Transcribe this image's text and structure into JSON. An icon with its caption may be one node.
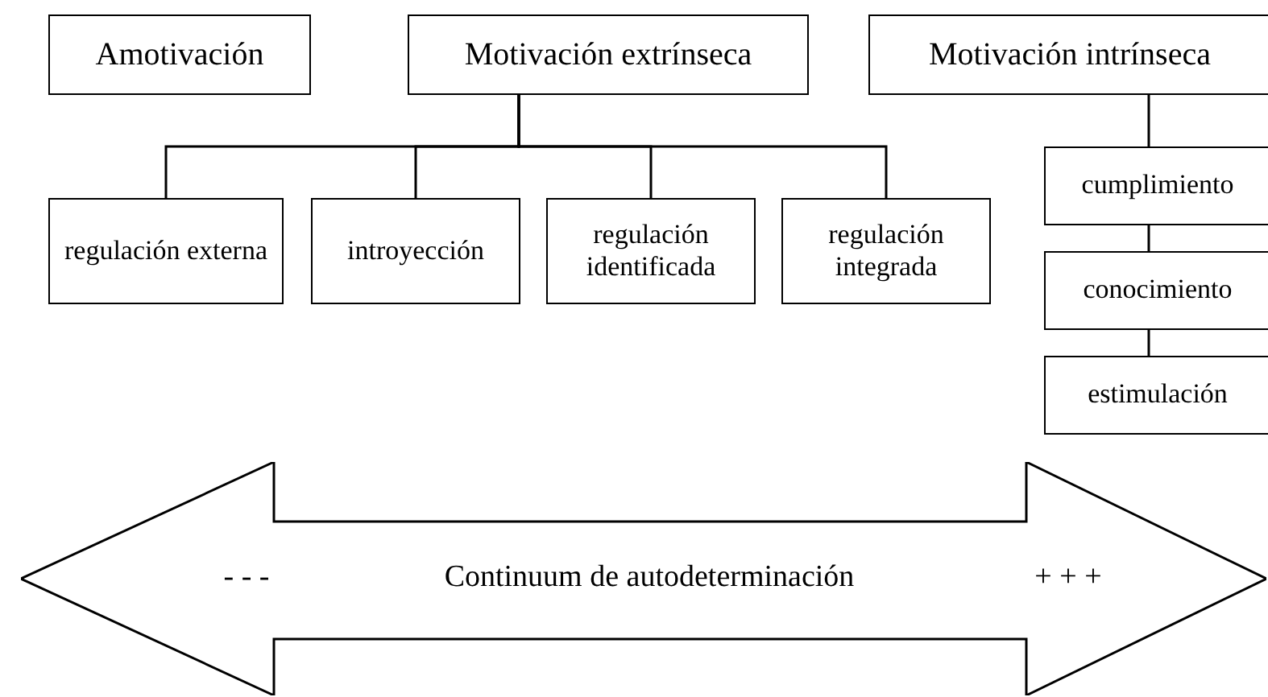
{
  "diagram": {
    "nodes": [
      {
        "text": [
          "Amotivación"
        ]
      },
      {
        "text": [
          "Motivación extrínseca"
        ]
      },
      {
        "text": [
          "Motivación intrínseca"
        ]
      },
      {
        "text": [
          "regulación externa"
        ]
      },
      {
        "text": [
          "introyección"
        ]
      },
      {
        "text": [
          "regulación identificada"
        ]
      },
      {
        "text": [
          "regulación integrada"
        ]
      },
      {
        "text": [
          "cumplimiento"
        ]
      },
      {
        "text": [
          "conocimiento"
        ]
      },
      {
        "text": [
          "estimulación"
        ]
      },
      {
        "text": [
          "- - -",
          "Continuum de autodeterminación",
          "+ + +"
        ]
      }
    ],
    "edges": [
      {
        "from": 1,
        "to": 3,
        "arrow": "none"
      },
      {
        "from": 1,
        "to": 4,
        "arrow": "none"
      },
      {
        "from": 1,
        "to": 5,
        "arrow": "none"
      },
      {
        "from": 1,
        "to": 6,
        "arrow": "none"
      },
      {
        "from": 2,
        "to": 7,
        "arrow": "none"
      },
      {
        "from": 7,
        "to": 8,
        "arrow": "none"
      },
      {
        "from": 8,
        "to": 9,
        "arrow": "none"
      }
    ]
  }
}
